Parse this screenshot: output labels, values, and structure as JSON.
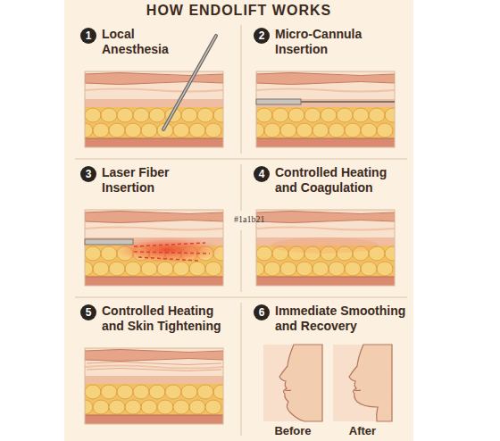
{
  "diagram": {
    "title": "HOW ENDOLIFT WORKS",
    "nodes": [
      {
        "text": [
          "1",
          "Local Anesthesia"
        ]
      },
      {
        "text": [
          "2",
          "Micro-Cannula Insertion"
        ]
      },
      {
        "text": [
          "3",
          "Laser Fiber Insertion"
        ]
      },
      {
        "text": [
          "4",
          "Controlled Heating and Coagulation"
        ]
      },
      {
        "text": [
          "5",
          "Controlled Heating and Skin Tightening"
        ]
      },
      {
        "text": [
          "6",
          "Immediate Smoothing and Recovery",
          "Before",
          "After"
        ]
      }
    ],
    "labels": [
      "#1a1b21"
    ]
  }
}
